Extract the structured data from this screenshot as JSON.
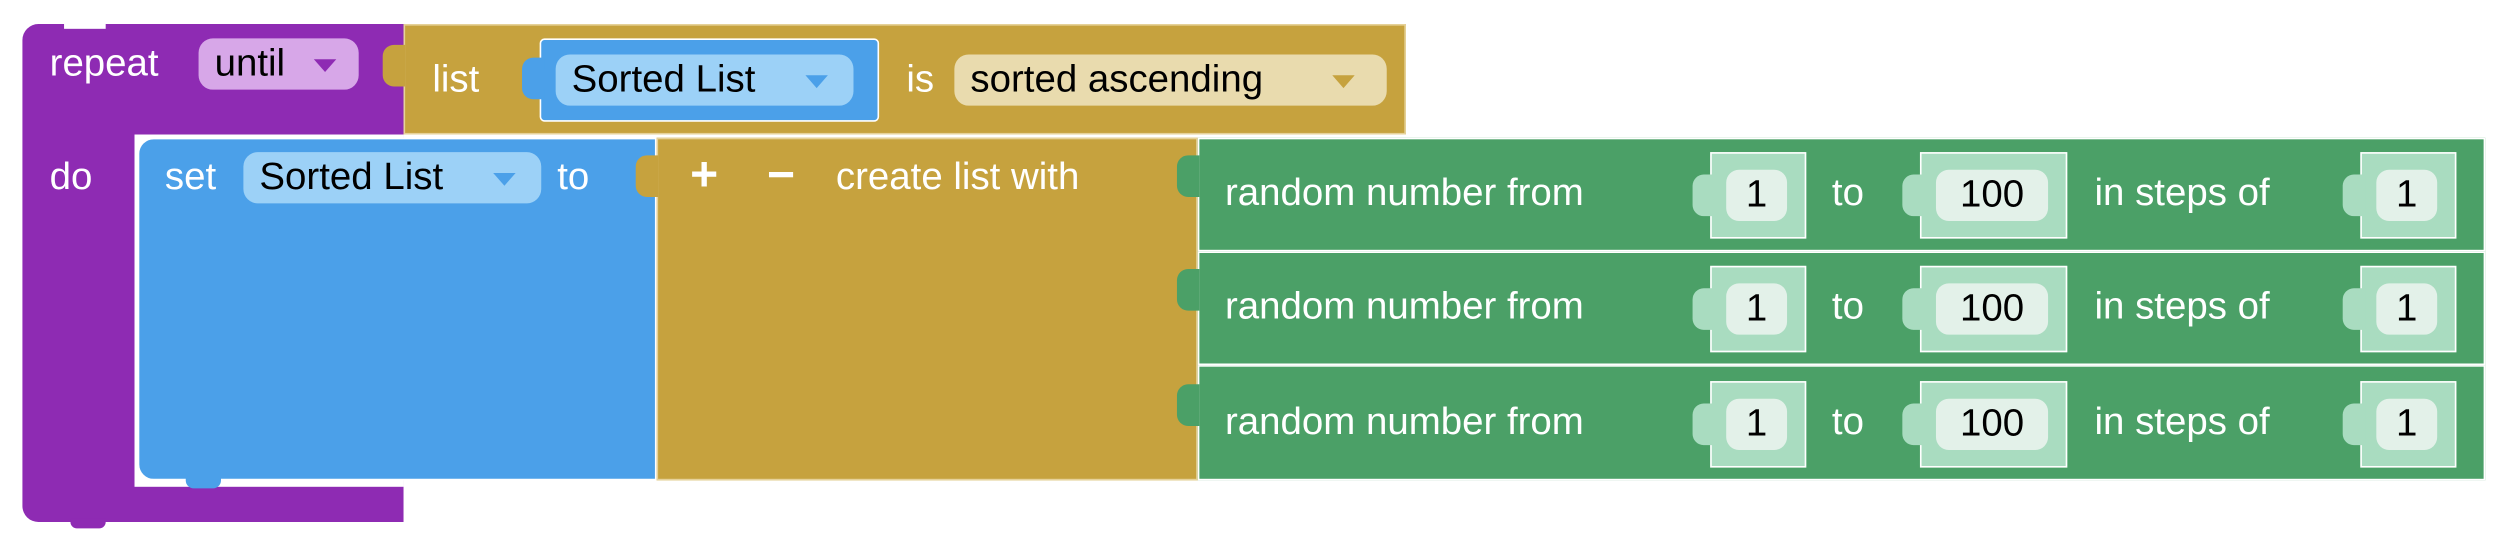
{
  "repeat_block": {
    "keyword": "repeat",
    "mode": "until",
    "do_label": "do",
    "color": "#8e2bb3",
    "dropdown_color": "#d7a7e8"
  },
  "condition_block": {
    "list_label": "list",
    "variable": "Sorted List",
    "is_label": "is",
    "check": "sorted ascending",
    "color": "#c6a23e",
    "dropdown_color": "#e9dbae"
  },
  "set_block": {
    "set_label": "set",
    "variable": "Sorted List",
    "to_label": "to",
    "color": "#4ba0e9",
    "dropdown_color": "#9cd1f7"
  },
  "create_list_block": {
    "plus": "+",
    "minus": "−",
    "label": "create list with",
    "color": "#c6a23e"
  },
  "random_blocks": [
    {
      "label": "random number from",
      "from": "1",
      "to_label": "to",
      "to": "100",
      "step_label": "in steps of",
      "step": "1"
    },
    {
      "label": "random number from",
      "from": "1",
      "to_label": "to",
      "to": "100",
      "step_label": "in steps of",
      "step": "1"
    },
    {
      "label": "random number from",
      "from": "1",
      "to_label": "to",
      "to": "100",
      "step_label": "in steps of",
      "step": "1"
    }
  ],
  "random_color": "#4ba067",
  "socket_color": "#a9dcc0",
  "field_color": "#e3f1e9"
}
